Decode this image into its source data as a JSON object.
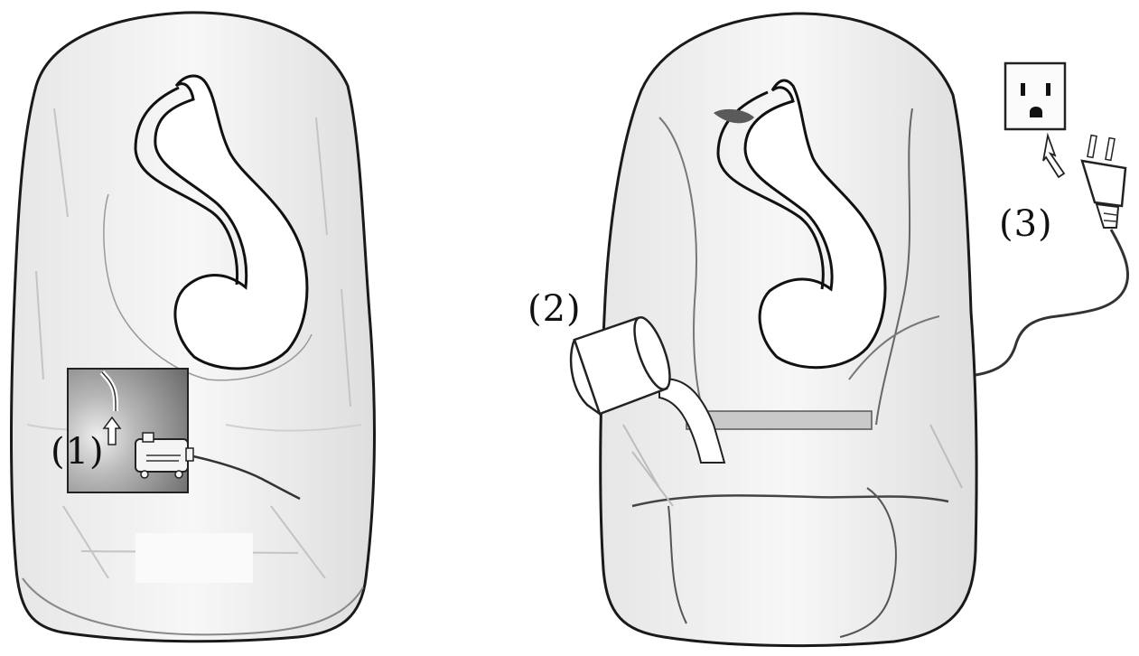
{
  "steps": [
    {
      "label": "(1)",
      "icon": "water-pump-icon"
    },
    {
      "label": "(2)",
      "icon": "water-jug-icon"
    },
    {
      "label": "(3)",
      "icon": "power-plug-icon"
    }
  ],
  "colors": {
    "stone_fill": "#f3f3f3",
    "stone_outline": "#1a1a1a",
    "inset_dark": "#6e6e6e",
    "inset_light": "#d8d8d8"
  }
}
